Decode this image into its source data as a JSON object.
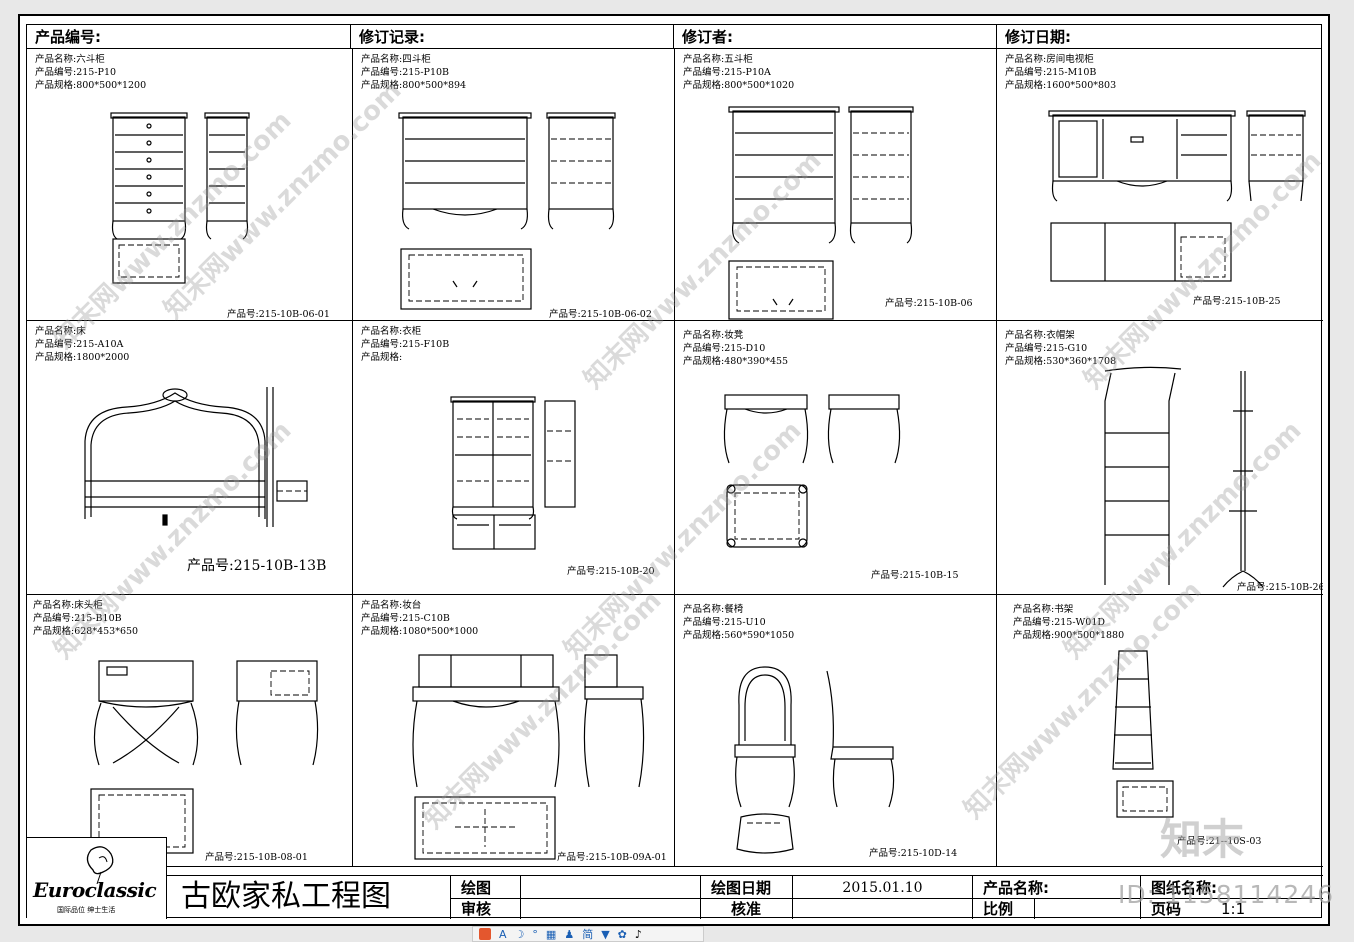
{
  "header": {
    "product_no": "产品编号:",
    "revision_record": "修订记录:",
    "reviser": "修订者:",
    "revision_date": "修订日期:"
  },
  "products": [
    {
      "name_label": "产品名称:",
      "name": "六斗柜",
      "no_label": "产品编号:",
      "no": "215-P10",
      "spec_label": "产品规格:",
      "spec": "800*500*1200",
      "code_label": "产品号:",
      "code": "215-10B-06-01"
    },
    {
      "name_label": "产品名称:",
      "name": "四斗柜",
      "no_label": "产品编号:",
      "no": "215-P10B",
      "spec_label": "产品规格:",
      "spec": "800*500*894",
      "code_label": "产品号:",
      "code": "215-10B-06-02"
    },
    {
      "name_label": "产品名称:",
      "name": "五斗柜",
      "no_label": "产品编号:",
      "no": "215-P10A",
      "spec_label": "产品规格:",
      "spec": "800*500*1020",
      "code_label": "产品号:",
      "code": "215-10B-06"
    },
    {
      "name_label": "产品名称:",
      "name": "房间电视柜",
      "no_label": "产品编号:",
      "no": "215-M10B",
      "spec_label": "产品规格:",
      "spec": "1600*500*803",
      "code_label": "产品号:",
      "code": "215-10B-25"
    },
    {
      "name_label": "产品名称:",
      "name": "床",
      "no_label": "产品编号:",
      "no": "215-A10A",
      "spec_label": "产品规格:",
      "spec": "1800*2000",
      "code_label": "产品号:",
      "code": "215-10B-13B"
    },
    {
      "name_label": "产品名称:",
      "name": "衣柜",
      "no_label": "产品编号:",
      "no": "215-F10B",
      "spec_label": "产品规格:",
      "spec": "",
      "code_label": "产品号:",
      "code": "215-10B-20"
    },
    {
      "name_label": "产品名称:",
      "name": "妆凳",
      "no_label": "产品编号:",
      "no": "215-D10",
      "spec_label": "产品规格:",
      "spec": "480*390*455",
      "code_label": "产品号:",
      "code": "215-10B-15"
    },
    {
      "name_label": "产品名称:",
      "name": "衣帽架",
      "no_label": "产品编号:",
      "no": "215-G10",
      "spec_label": "产品规格:",
      "spec": "530*360*1708",
      "code_label": "产品号:",
      "code": "215-10B-26"
    },
    {
      "name_label": "产品名称:",
      "name": "床头柜",
      "no_label": "产品编号:",
      "no": "215-B10B",
      "spec_label": "产品规格:",
      "spec": "628*453*650",
      "code_label": "产品号:",
      "code": "215-10B-08-01"
    },
    {
      "name_label": "产品名称:",
      "name": "妆台",
      "no_label": "产品编号:",
      "no": "215-C10B",
      "spec_label": "产品规格:",
      "spec": "1080*500*1000",
      "code_label": "产品号:",
      "code": "215-10B-09A-01"
    },
    {
      "name_label": "产品名称:",
      "name": "餐椅",
      "no_label": "产品编号:",
      "no": "215-U10",
      "spec_label": "产品规格:",
      "spec": "560*590*1050",
      "code_label": "产品号:",
      "code": "215-10D-14"
    },
    {
      "name_label": "产品名称:",
      "name": "书架",
      "no_label": "产品编号:",
      "no": "215-W01D",
      "spec_label": "产品规格:",
      "spec": "900*500*1880",
      "code_label": "产品号:",
      "code": "21--10S-03"
    }
  ],
  "title_block": {
    "brand": "Euroclassic",
    "brand_sub": "国际品位 绅士生活",
    "drawing_title": "古欧家私工程图",
    "drawn_by": "绘图",
    "checked_by": "审核",
    "draw_date_label": "绘图日期",
    "draw_date": "2015.01.10",
    "approved_label": "核准",
    "product_name_label": "产品名称:",
    "scale_label": "比例",
    "sheet_name_label": "图纸名称:",
    "page_label": "页码",
    "page_value": "1:1"
  },
  "watermark": {
    "text": "知末网www.znzmo.com",
    "logo": "知末",
    "id": "ID: 1158114246"
  },
  "toolbar": {
    "icons": [
      "app-icon",
      "font-icon",
      "moon-icon",
      "share-icon",
      "keyboard-icon",
      "mic-icon",
      "simplified-icon",
      "shirt-icon",
      "gear-icon",
      "tiktok-icon"
    ],
    "font_label": "A",
    "simplified_label": "简"
  }
}
